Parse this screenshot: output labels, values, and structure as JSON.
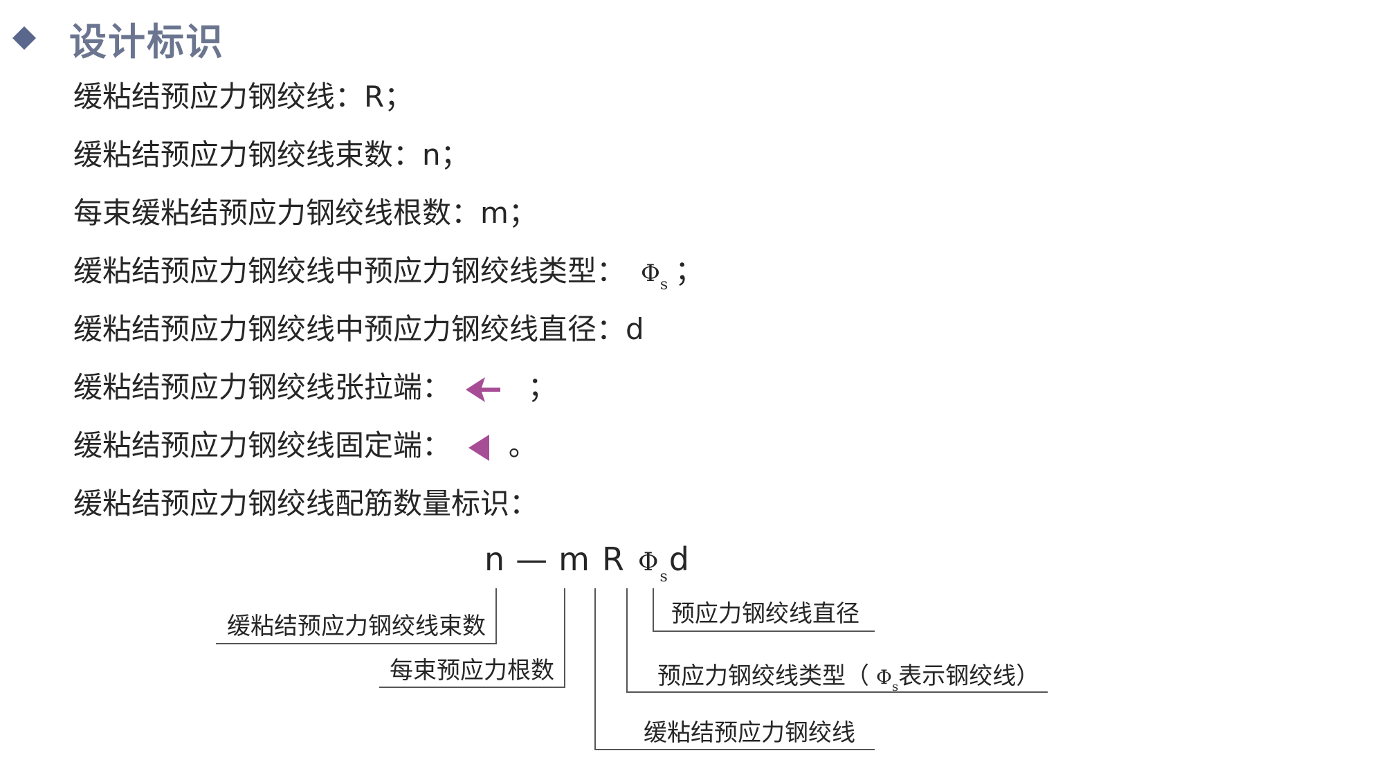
{
  "title": "设计标识",
  "colors": {
    "title": "#6b7590",
    "diamond": "#59678c",
    "symbol": "#a64d96",
    "text": "#262626",
    "rule": "#555555"
  },
  "icons": {
    "title_marker": "diamond-icon",
    "tension_end": "tension-end-arrow-icon",
    "fixed_end": "fixed-end-triangle-icon"
  },
  "lines": [
    {
      "text": "缓粘结预应力钢绞线：R；"
    },
    {
      "text": "缓粘结预应力钢绞线束数：n；"
    },
    {
      "text": "每束缓粘结预应力钢绞线根数：m；"
    },
    {
      "text": "缓粘结预应力钢绞线中预应力钢绞线类型：",
      "phi": "Φ",
      "sub": "s",
      "suffix": "；"
    },
    {
      "text": "缓粘结预应力钢绞线中预应力钢绞线直径：d"
    },
    {
      "text": "缓粘结预应力钢绞线张拉端：",
      "suffix": "；"
    },
    {
      "text": "缓粘结预应力钢绞线固定端：",
      "suffix": "。"
    },
    {
      "text": "缓粘结预应力钢绞线配筋数量标识："
    }
  ],
  "formula": {
    "n": "n",
    "dash": "—",
    "m": "m",
    "R": "R",
    "phi": "Φ",
    "sub": "s",
    "d": "d"
  },
  "callouts": {
    "bundle_count": "缓粘结预应力钢绞线束数",
    "per_bundle": "每束预应力根数",
    "strand": "缓粘结预应力钢绞线",
    "strand_type": "预应力钢绞线类型（",
    "strand_type_phi": "Φ",
    "strand_type_sub": "s",
    "strand_type_tail": "表示钢绞线）",
    "diameter": "预应力钢绞线直径"
  }
}
